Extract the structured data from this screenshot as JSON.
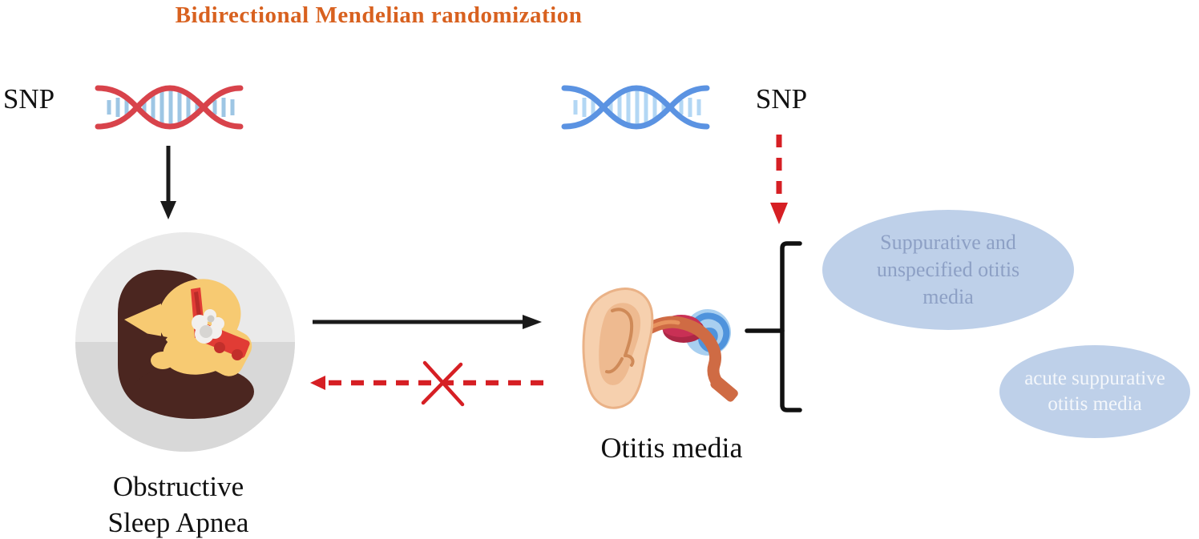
{
  "title": {
    "label": "Bidirectional Mendelian randomization",
    "color": "#d8611f"
  },
  "exposure": {
    "snp_label": "SNP",
    "name": "Obstructive Sleep Apnea",
    "icon": "sleeping-person-osa-icon",
    "dna_icon": "dna-helix-red-icon",
    "dna_strand_color": "#d8434b",
    "dna_rung_color": "#9ec6e4"
  },
  "outcome": {
    "snp_label": "SNP",
    "name": "Otitis media",
    "icon": "ear-anatomy-icon",
    "dna_icon": "dna-helix-blue-icon",
    "dna_strand_color": "#5b93e2",
    "dna_rung_color": "#b3d7f4"
  },
  "arrows": {
    "exposure_instrument": "solid-black-down-arrow",
    "outcome_instrument": "red-dashed-down-arrow",
    "forward_effect": "solid-black-right-arrow",
    "reverse_effect": "red-dashed-left-arrow-crossed-out",
    "arrow_red": "#d61f24",
    "arrow_black": "#1a1a1a"
  },
  "subtypes": {
    "bracket_icon": "square-bracket",
    "items": [
      {
        "label": "Suppurative and unspecified otitis media",
        "fill": "#bed0e9",
        "text_color": "#8da0c5"
      },
      {
        "label": "acute suppurative otitis media",
        "fill": "#bed0e9",
        "text_color": "#f4f7fb"
      }
    ]
  }
}
